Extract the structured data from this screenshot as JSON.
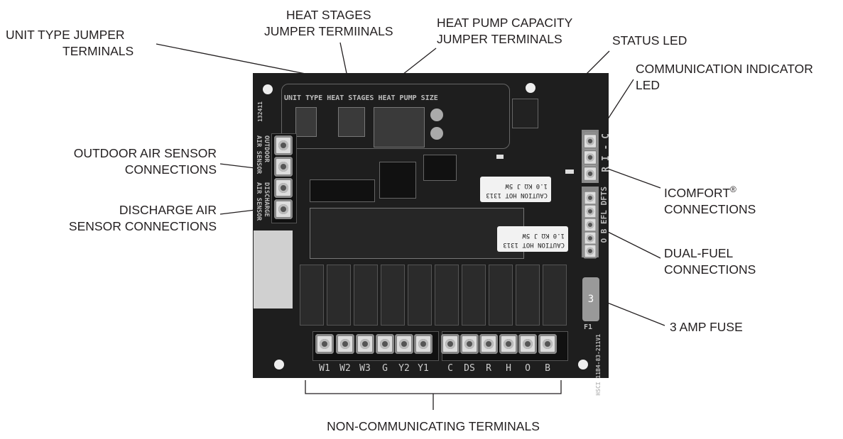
{
  "callouts": {
    "unit_type": [
      "UNIT TYPE JUMPER",
      "TERMINALS"
    ],
    "heat_stages": [
      "HEAT STAGES",
      "JUMPER TERMIINALS"
    ],
    "heat_pump_capacity": [
      "HEAT PUMP CAPACITY",
      "JUMPER TERMINALS"
    ],
    "status_led": "STATUS LED",
    "communication_led": [
      "COMMUNICATION INDICATOR",
      "LED"
    ],
    "outdoor_air": [
      "OUTDOOR AIR SENSOR",
      "CONNECTIONS"
    ],
    "discharge_air": [
      "DISCHARGE AIR",
      "SENSOR CONNECTIONS"
    ],
    "icomfort": [
      "ICOMFORT",
      "®",
      "CONNECTIONS"
    ],
    "dual_fuel": [
      "DUAL-FUEL",
      "CONNECTIONS"
    ],
    "fuse": "3 AMP FUSE",
    "non_communicating": "NON-COMMUNICATING TERMINALS"
  },
  "board": {
    "header_silkscreen": "UNIT TYPE  HEAT STAGES HEAT PUMP SIZE",
    "outdoor_silkscreen": [
      "OUTDOOR",
      "AIR SENSOR"
    ],
    "discharge_silkscreen": [
      "DISCHARGE",
      "AIR SENSOR"
    ],
    "board_number": "132411",
    "icomfort_silkscreen": "R I - C",
    "dual_fuel_silkscreen": "O B EFL DFTS",
    "resistor_text": [
      "CAUTION HOT 1313",
      "1.0 KΩ   J   5W"
    ],
    "fuse_value": "3",
    "fuse_ref": "F1",
    "part_number": [
      "HSCI",
      "11B4-83-211V1"
    ],
    "terminals": [
      "W1",
      "W2",
      "W3",
      "G",
      "Y2",
      "Y1",
      "C",
      "DS",
      "R",
      "H",
      "O",
      "B"
    ]
  }
}
